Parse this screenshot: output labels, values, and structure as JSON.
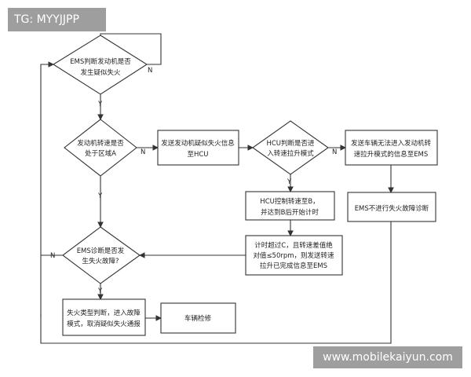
{
  "watermarks": {
    "top_left": "TG: MYYJJPP",
    "bottom_right": "www.mobilekaiyun.com"
  },
  "nodes": {
    "d1": [
      "EMS判断发动机是否",
      "发生疑似失火"
    ],
    "d2": [
      "发动机转速是否",
      "处于区域A"
    ],
    "p1": [
      "发送发动机疑似失火信息",
      "至HCU"
    ],
    "d3": [
      "HCU判断是否进",
      "入转速拉升模式"
    ],
    "p2": [
      "发送车辆无法进入发动机转",
      "速拉升模式的信息至EMS"
    ],
    "p3": [
      "HCU控制转速至B，",
      "并达到B后开始计时"
    ],
    "p4": [
      "EMS不进行失火故障诊断"
    ],
    "p5": [
      "计时超过C，且转速差值绝",
      "对值≤50rpm，则发送转速",
      "拉升已完成信息至EMS"
    ],
    "d4": [
      "EMS诊断是否发",
      "生失火故障?"
    ],
    "p6": [
      "失火类型判断，进入故障",
      "模式，取消疑似失火通报"
    ],
    "p7": [
      "车辆检修"
    ]
  },
  "branch_labels": {
    "yes": "Y",
    "no": "N"
  }
}
